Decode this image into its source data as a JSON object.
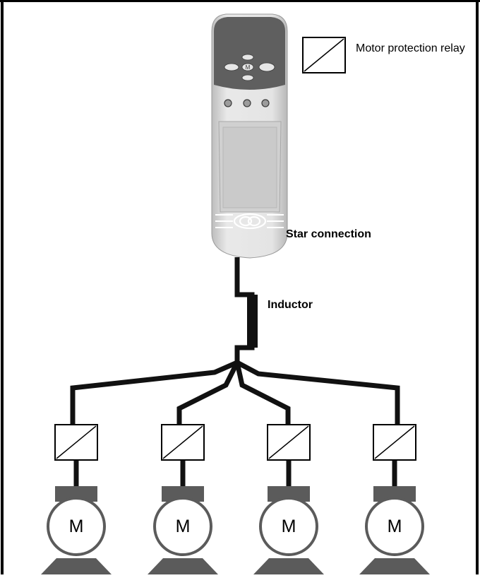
{
  "legend": {
    "relay_label": "Motor protection relay"
  },
  "labels": {
    "star_connection": "Star connection",
    "inductor": "Inductor"
  },
  "motors": [
    {
      "letter": "M"
    },
    {
      "letter": "M"
    },
    {
      "letter": "M"
    },
    {
      "letter": "M"
    }
  ],
  "colors": {
    "cable": "#111111",
    "motor_body": "#5b5b5b",
    "drive_body": "#d4d4d4",
    "keypad": "#5f5f5f"
  }
}
